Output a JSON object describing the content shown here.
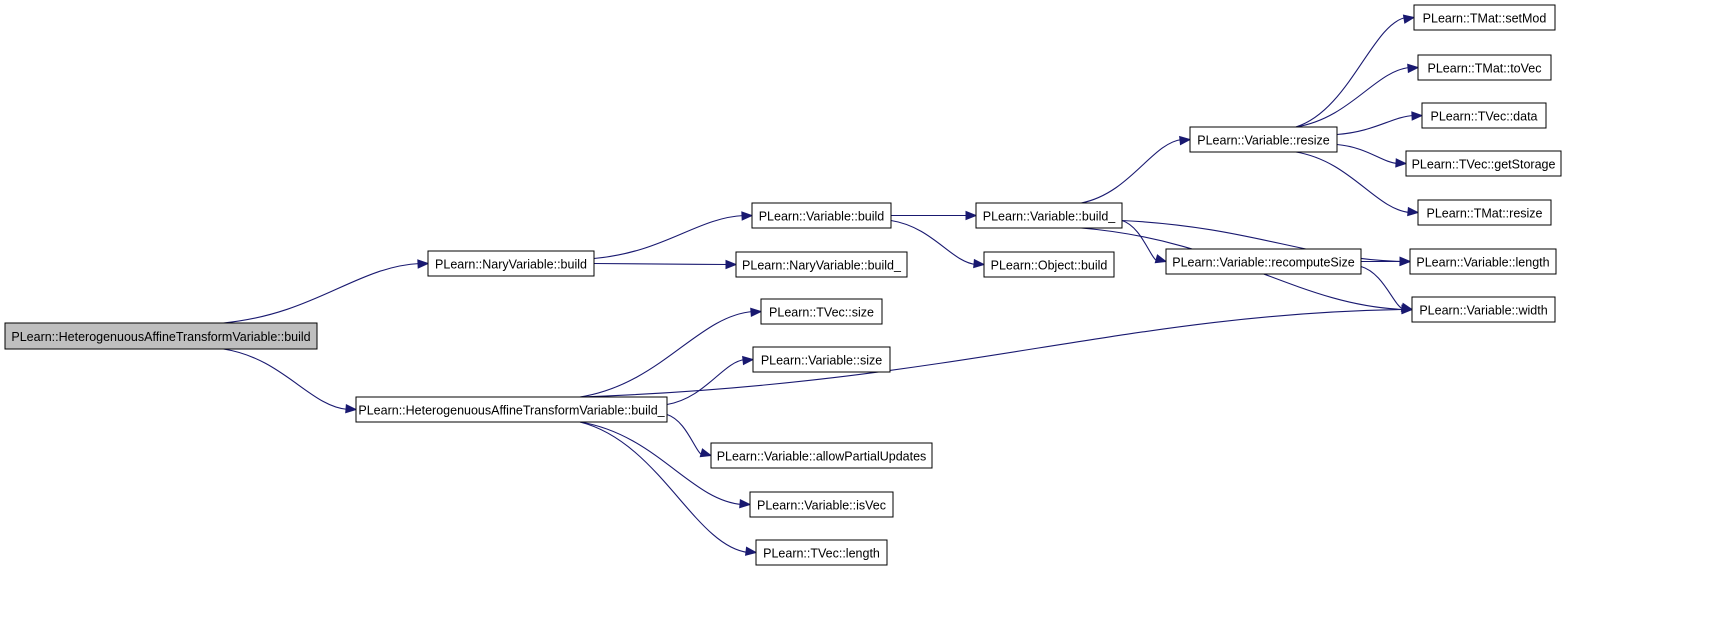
{
  "colors": {
    "edge": "#191970",
    "root_fill": "#bfbfbf",
    "node_fill": "#ffffff",
    "node_border": "#000000"
  },
  "nodes": [
    {
      "id": "root",
      "label": "PLearn::HeterogenuousAffineTransformVariable::build",
      "root": true
    },
    {
      "id": "nary_build",
      "label": "PLearn::NaryVariable::build"
    },
    {
      "id": "hatv_build_",
      "label": "PLearn::HeterogenuousAffineTransformVariable::build_"
    },
    {
      "id": "var_build",
      "label": "PLearn::Variable::build"
    },
    {
      "id": "nary_build_",
      "label": "PLearn::NaryVariable::build_"
    },
    {
      "id": "var_build_",
      "label": "PLearn::Variable::build_"
    },
    {
      "id": "obj_build",
      "label": "PLearn::Object::build"
    },
    {
      "id": "var_resize",
      "label": "PLearn::Variable::resize"
    },
    {
      "id": "var_recompute",
      "label": "PLearn::Variable::recomputeSize"
    },
    {
      "id": "tmat_setmod",
      "label": "PLearn::TMat::setMod"
    },
    {
      "id": "tmat_tovec",
      "label": "PLearn::TMat::toVec"
    },
    {
      "id": "tvec_data",
      "label": "PLearn::TVec::data"
    },
    {
      "id": "tvec_getstorage",
      "label": "PLearn::TVec::getStorage"
    },
    {
      "id": "tmat_resize",
      "label": "PLearn::TMat::resize"
    },
    {
      "id": "var_length",
      "label": "PLearn::Variable::length"
    },
    {
      "id": "var_width",
      "label": "PLearn::Variable::width"
    },
    {
      "id": "tvec_size",
      "label": "PLearn::TVec::size"
    },
    {
      "id": "var_size",
      "label": "PLearn::Variable::size"
    },
    {
      "id": "var_allow",
      "label": "PLearn::Variable::allowPartialUpdates"
    },
    {
      "id": "var_isvec",
      "label": "PLearn::Variable::isVec"
    },
    {
      "id": "tvec_length",
      "label": "PLearn::TVec::length"
    }
  ],
  "edges": [
    [
      "root",
      "nary_build"
    ],
    [
      "root",
      "hatv_build_"
    ],
    [
      "nary_build",
      "var_build"
    ],
    [
      "nary_build",
      "nary_build_"
    ],
    [
      "var_build",
      "var_build_"
    ],
    [
      "var_build",
      "obj_build"
    ],
    [
      "var_build_",
      "var_resize"
    ],
    [
      "var_build_",
      "var_recompute"
    ],
    [
      "var_build_",
      "var_length"
    ],
    [
      "var_build_",
      "var_width"
    ],
    [
      "var_resize",
      "tmat_setmod"
    ],
    [
      "var_resize",
      "tmat_tovec"
    ],
    [
      "var_resize",
      "tvec_data"
    ],
    [
      "var_resize",
      "tvec_getstorage"
    ],
    [
      "var_resize",
      "tmat_resize"
    ],
    [
      "var_recompute",
      "var_length"
    ],
    [
      "var_recompute",
      "var_width"
    ],
    [
      "hatv_build_",
      "tvec_size"
    ],
    [
      "hatv_build_",
      "var_size"
    ],
    [
      "hatv_build_",
      "var_width"
    ],
    [
      "hatv_build_",
      "var_allow"
    ],
    [
      "hatv_build_",
      "var_isvec"
    ],
    [
      "hatv_build_",
      "tvec_length"
    ]
  ]
}
